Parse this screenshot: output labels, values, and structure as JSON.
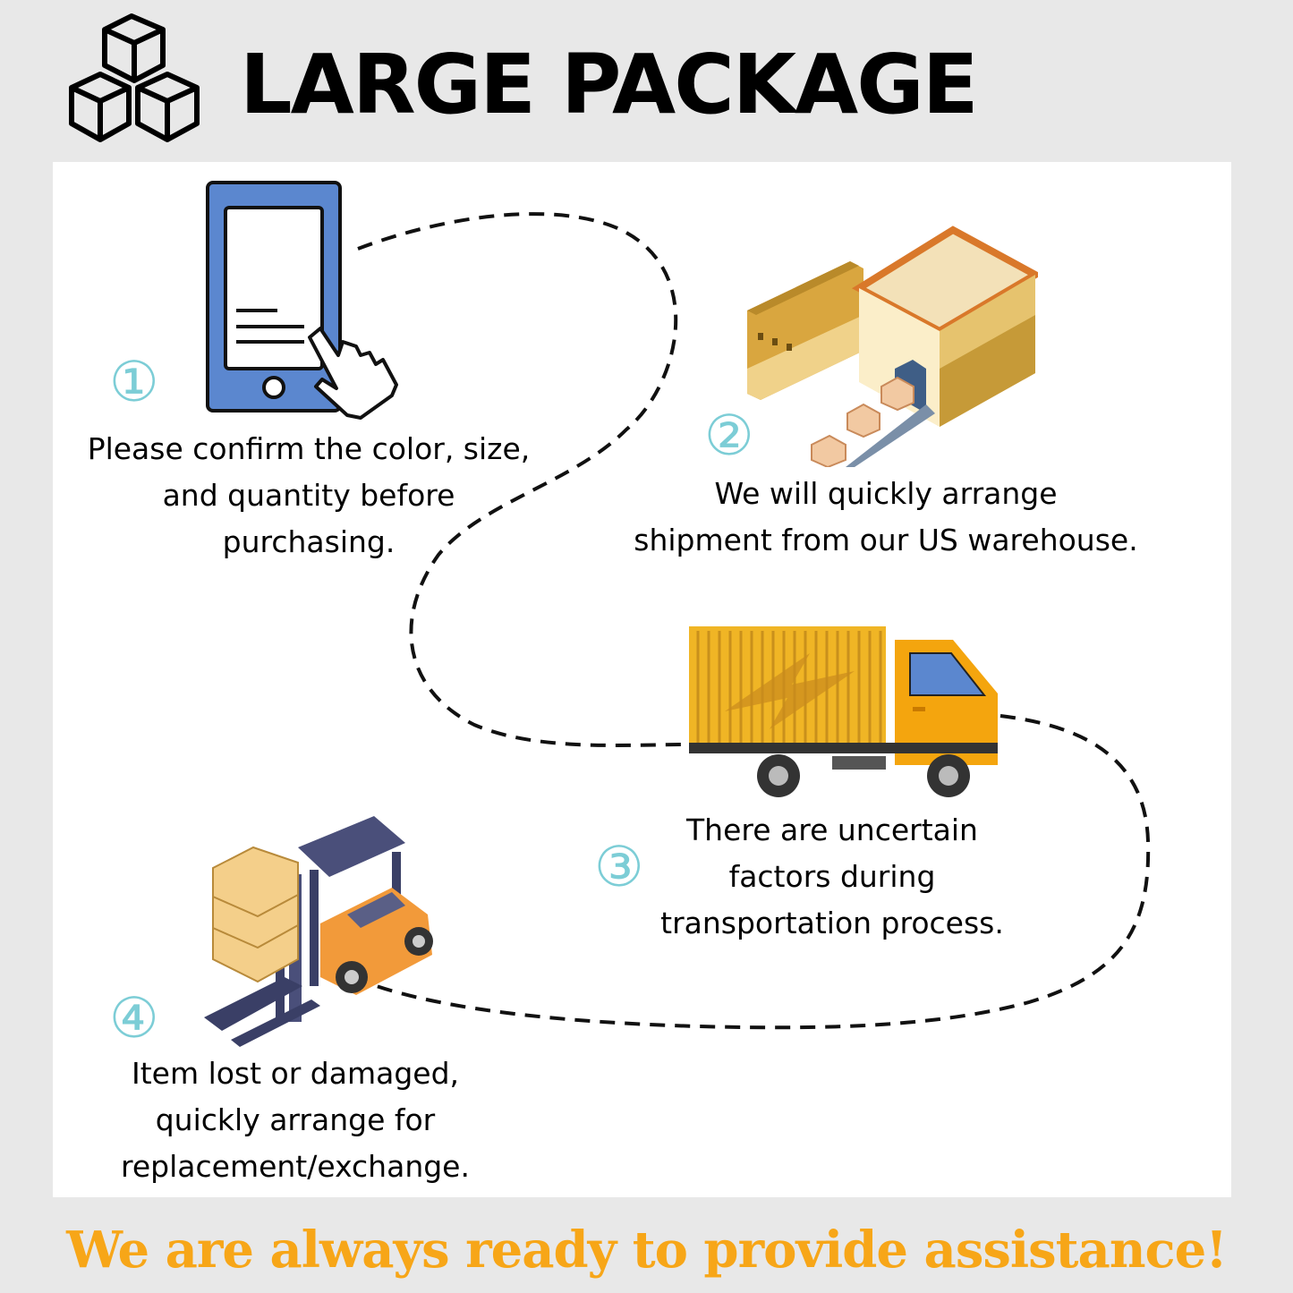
{
  "header": {
    "title": "LARGE PACKAGE",
    "icon": "stacked-boxes-icon"
  },
  "steps": [
    {
      "number": "①",
      "icon": "smartphone-tap-icon",
      "lines": [
        "Please confirm the color, size,",
        "and quantity before",
        "purchasing."
      ]
    },
    {
      "number": "②",
      "icon": "warehouse-icon",
      "lines": [
        "We will quickly arrange",
        "shipment from our US warehouse."
      ]
    },
    {
      "number": "③",
      "icon": "delivery-truck-icon",
      "lines": [
        "There are uncertain",
        "factors during",
        "transportation process."
      ]
    },
    {
      "number": "④",
      "icon": "forklift-icon",
      "lines": [
        "Item lost or damaged,",
        "quickly arrange for",
        "replacement/exchange."
      ]
    }
  ],
  "footer": {
    "text": "We are always ready to provide assistance!"
  },
  "colors": {
    "background": "#e8e8e8",
    "panel": "#ffffff",
    "number": "#7ccdd6",
    "footer": "#f7a618",
    "phone": "#5b87cf"
  }
}
